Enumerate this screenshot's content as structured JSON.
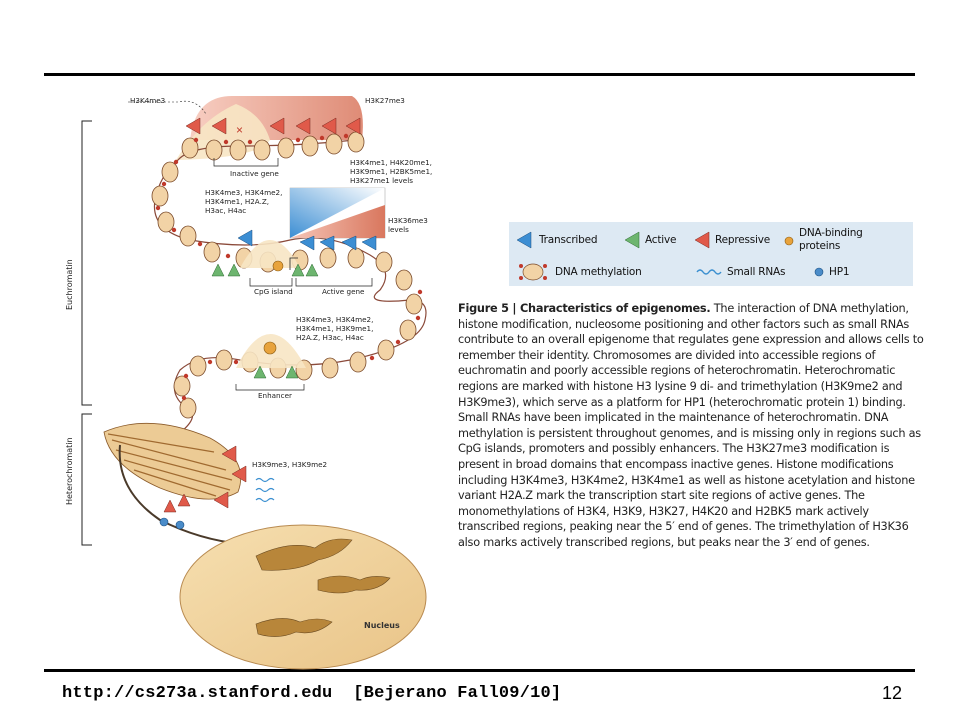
{
  "footer": {
    "url": "http://cs273a.stanford.edu",
    "course": "[Bejerano Fall09/10]",
    "page_number": "12"
  },
  "diagram": {
    "side_labels": {
      "euchromatin": "Euchromatin",
      "heterochromatin": "Heterochromatin"
    },
    "labels": {
      "h3k4me3_top": "H3K4me3",
      "h3k27me3_top": "H3K27me3",
      "inactive_gene": "Inactive gene",
      "right_marks_1": "H3K4me1, H4K20me1,",
      "right_marks_2": "H3K9me1, H2BK5me1,",
      "right_marks_3": "H3K27me1 levels",
      "left_marks_1": "H3K4me3, H3K4me2,",
      "left_marks_2": "H3K4me1, H2A.Z,",
      "left_marks_3": "H3ac, H4ac",
      "h3k36_1": "H3K36me3",
      "h3k36_2": "levels",
      "cpg_island": "CpG island",
      "active_gene": "Active gene",
      "enh_marks_1": "H3K4me3, H3K4me2,",
      "enh_marks_2": "H3K4me1, H3K9me1,",
      "enh_marks_3": "H2A.Z, H3ac, H4ac",
      "enhancer": "Enhancer",
      "hetero_marks": "H3K9me3, H3K9me2",
      "nucleus": "Nucleus"
    }
  },
  "legend": {
    "transcribed": "Transcribed",
    "active": "Active",
    "repressive": "Repressive",
    "dna_binding_1": "DNA-binding",
    "dna_binding_2": "proteins",
    "dna_methylation": "DNA methylation",
    "small_rnas": "Small RNAs",
    "hp1": "HP1",
    "colors": {
      "transcribed": "#2a7fc1",
      "active": "#5aa56a",
      "repressive": "#d9534f",
      "dna_binding": "#e8a33c",
      "methylation": "#c0392b",
      "small_rnas": "#3a8fd0",
      "hp1": "#4a8cc9"
    }
  },
  "caption": {
    "label": "Figure 5 | Characteristics of epigenomes.",
    "text": "The interaction of DNA methylation, histone modification, nucleosome positioning and other factors such as small RNAs contribute to an overall epigenome that regulates gene expression and allows cells to remember their identity. Chromosomes are divided into accessible regions of euchromatin and poorly accessible regions of heterochromatin. Heterochromatic regions are marked with histone H3 lysine 9 di- and trimethylation (H3K9me2 and H3K9me3), which serve as a platform for HP1 (heterochromatic protein 1) binding. Small RNAs have been implicated in the maintenance of heterochromatin. DNA methylation is persistent throughout genomes, and is missing only in regions such as CpG islands, promoters and possibly enhancers. The H3K27me3 modification is present in broad domains that encompass inactive genes. Histone modifications including H3K4me3, H3K4me2, H3K4me1 as well as histone acetylation and histone variant H2A.Z mark the transcription start site regions of active genes. The monomethylations of H3K4, H3K9, H3K27, H4K20 and H2BK5 mark actively transcribed regions, peaking near the 5′ end of genes. The trimethylation of H3K36 also marks actively transcribed regions, but peaks near the 3′ end of genes."
  }
}
